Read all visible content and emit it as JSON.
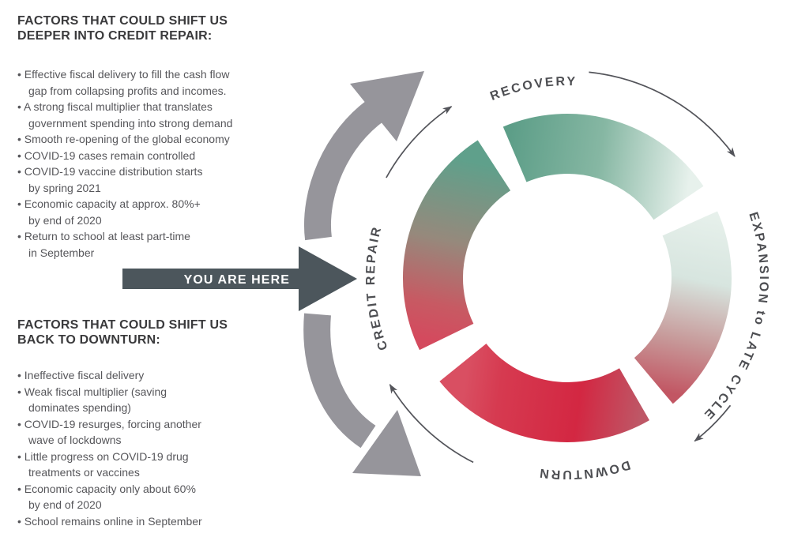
{
  "factors_deeper": {
    "heading": [
      "FACTORS THAT COULD SHIFT US",
      "DEEPER INTO CREDIT REPAIR:"
    ],
    "items": [
      "Effective fiscal delivery to fill the cash flow\ngap from collapsing profits and incomes.",
      "A strong fiscal multiplier that translates\ngovernment spending into strong demand",
      "Smooth re-opening of the global economy",
      "COVID-19 cases remain controlled",
      "COVID-19 vaccine distribution starts\nby spring 2021",
      "Economic capacity at approx. 80%+\nby end of 2020",
      "Return to school at least part-time\nin September"
    ]
  },
  "factors_back": {
    "heading": [
      "FACTORS THAT COULD SHIFT US",
      "BACK TO DOWNTURN:"
    ],
    "items": [
      "Ineffective fiscal delivery",
      "Weak fiscal multiplier (saving\ndominates spending)",
      "COVID-19 resurges, forcing another\nwave of lockdowns",
      "Little progress on COVID-19 drug\ntreatments or vaccines",
      "Economic capacity only about 60%\nby end of 2020",
      "School remains online in September"
    ]
  },
  "marker": {
    "label": "YOU ARE HERE"
  },
  "cycle": {
    "recovery": "RECOVERY",
    "expansion": "EXPANSION to LATE CYCLE",
    "downturn": "DOWNTURN",
    "credit_repair": "CREDIT REPAIR"
  },
  "colors": {
    "teal": "#5d9e88",
    "pale_green": "#e9f2ed",
    "red": "#d42743",
    "rose": "#c25663",
    "olive_transition": "#96897c",
    "thick_arrow_gray": "#96959b",
    "dark_slate": "#4c565c",
    "label_gray": "#4d4e52",
    "heading_dark": "#3a3a3c",
    "body_gray": "#56565a"
  }
}
